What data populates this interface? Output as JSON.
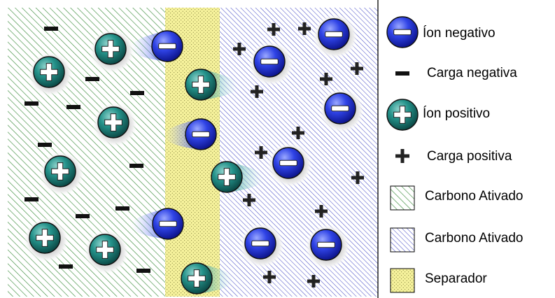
{
  "legend": {
    "items": [
      {
        "key": "ion-negative",
        "label": "Íon negativo"
      },
      {
        "key": "charge-negative",
        "label": "Carga negativa"
      },
      {
        "key": "ion-positive",
        "label": "Íon positivo"
      },
      {
        "key": "charge-positive",
        "label": "Carga positiva"
      },
      {
        "key": "carbon-green",
        "label": "Carbono Ativado"
      },
      {
        "key": "carbon-blue",
        "label": "Carbono Ativado"
      },
      {
        "key": "separator",
        "label": "Separador"
      }
    ]
  },
  "colors": {
    "green_hatch": "#3f8f3f",
    "blue_hatch": "#4d52c8",
    "separator_fill": "#f4f09a",
    "ion_negative": "#2a3fe0",
    "ion_positive": "#1d7f7a"
  },
  "icons": {
    "ion_negative": "minus-in-blue-sphere-icon",
    "ion_positive": "plus-in-teal-sphere-icon",
    "charge_negative": "minus-icon",
    "charge_positive": "plus-icon"
  }
}
